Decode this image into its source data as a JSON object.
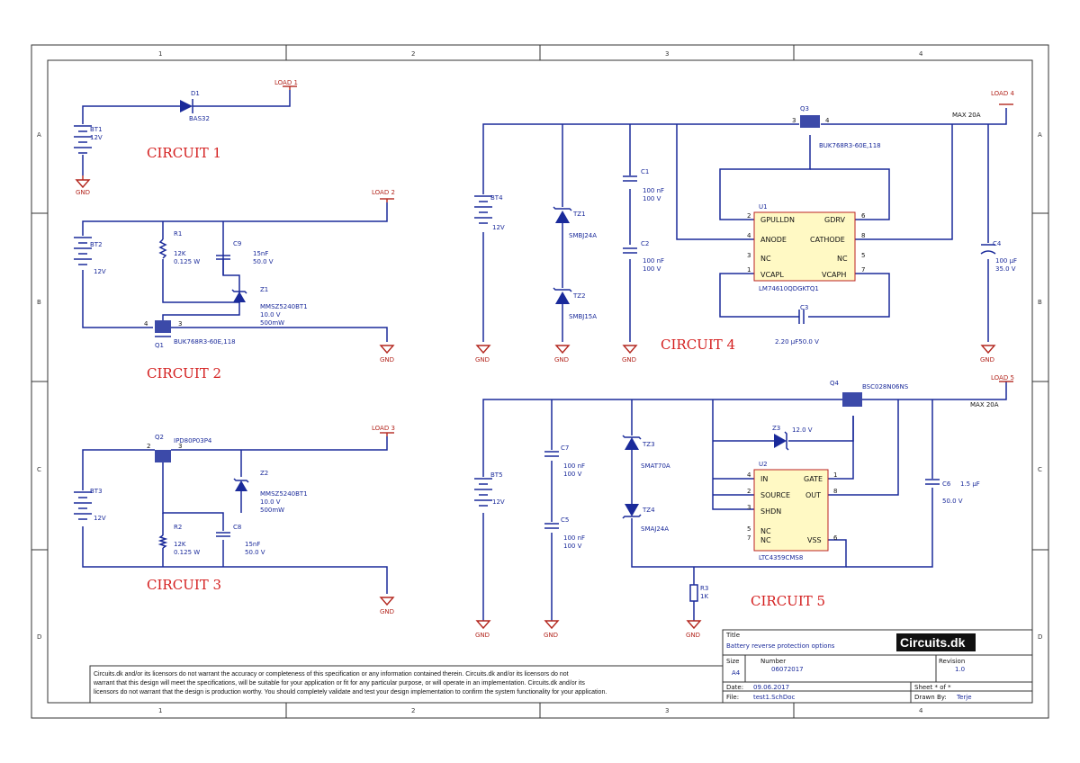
{
  "zones": {
    "cols": [
      "1",
      "2",
      "3",
      "4"
    ],
    "rows": [
      "A",
      "B",
      "C",
      "D"
    ]
  },
  "circuits": {
    "c1": "CIRCUIT 1",
    "c2": "CIRCUIT 2",
    "c3": "CIRCUIT 3",
    "c4": "CIRCUIT 4",
    "c5": "CIRCUIT 5"
  },
  "nets": {
    "load1": "LOAD 1",
    "load2": "LOAD 2",
    "load3": "LOAD 3",
    "load4": "LOAD 4",
    "load5": "LOAD 5",
    "gnd": "GND",
    "max4": "MAX 20A",
    "max5": "MAX 20A"
  },
  "parts": {
    "bt1": "BT1",
    "bt1v": "12V",
    "d1": "D1",
    "d1v": "BAS32",
    "bt2": "BT2",
    "bt2v": "12V",
    "r1": "R1",
    "r1v": "12K",
    "r1p": "0.125 W",
    "c9": "C9",
    "c9v": "15nF",
    "c9u": "50.0 V",
    "z1": "Z1",
    "z1v": "MMSZ5240BT1",
    "z1u": "10.0 V",
    "z1p": "500mW",
    "q1": "Q1",
    "q1v": "BUK768R3-60E,118",
    "q2": "Q2",
    "q2v": "IPD80P03P4",
    "bt3": "BT3",
    "bt3v": "12V",
    "z2": "Z2",
    "z2v": "MMSZ5240BT1",
    "z2u": "10.0 V",
    "z2p": "500mW",
    "r2": "R2",
    "r2v": "12K",
    "r2p": "0.125 W",
    "c8": "C8",
    "c8v": "15nF",
    "c8u": "50.0 V",
    "bt4": "BT4",
    "bt4v": "12V",
    "tz1": "TZ1",
    "tz1v": "SMBJ24A",
    "tz2": "TZ2",
    "tz2v": "SMBJ15A",
    "c1": "C1",
    "c1v": "100 nF",
    "c1u": "100 V",
    "c2": "C2",
    "c2v": "100 nF",
    "c2u": "100 V",
    "q3": "Q3",
    "q3v": "BUK768R3-60E,118",
    "u1": "U1",
    "u1v": "LM74610QDGKTQ1",
    "c3": "C3",
    "c3v": "2.20 µF50.0 V",
    "c4": "C4",
    "c4v": "100 µF",
    "c4u": "35.0 V",
    "bt5": "BT5",
    "bt5v": "12V",
    "c7": "C7",
    "c7v": "100 nF",
    "c7u": "100 V",
    "c5": "C5",
    "c5v": "100 nF",
    "c5u": "100 V",
    "tz3": "TZ3",
    "tz3v": "SMAT70A",
    "tz4": "TZ4",
    "tz4v": "SMAJ24A",
    "q4": "Q4",
    "q4v": "BSC028N06NS",
    "z3": "Z3",
    "z3v": "12.0 V",
    "u2": "U2",
    "u2v": "LTC4359CMS8",
    "c6": "C6",
    "c6v": "1.5 µF",
    "c6u": "50.0 V",
    "r3": "R3",
    "r3v": "1K"
  },
  "u1pins": {
    "gpulldn": "GPULLDN",
    "anode": "ANODE",
    "nc1": "NC",
    "vcapl": "VCAPL",
    "gdrv": "GDRV",
    "cathode": "CATHODE",
    "nc2": "NC",
    "vcaph": "VCAPH"
  },
  "u2pins": {
    "in": "IN",
    "source": "SOURCE",
    "shdn": "SHDN",
    "nc1": "NC",
    "nc2": "NC",
    "gate": "GATE",
    "out": "OUT",
    "vss": "VSS"
  },
  "title_block": {
    "title_label": "Title",
    "title": "Battery reverse protection options",
    "size_label": "Size",
    "size": "A4",
    "number_label": "Number",
    "number": "06072017",
    "revision_label": "Revision",
    "revision": "1.0",
    "date_label": "Date:",
    "date": "09.06.2017",
    "file_label": "File:",
    "file": "test1.SchDoc",
    "sheet_label": "Sheet * of *",
    "drawn_label": "Drawn By:",
    "drawn": "Terje",
    "logo": "Circuits.dk"
  },
  "disclaimer": {
    "line1": "Circuits.dk and/or its licensors do not warrant the accuracy or completeness of this specification or any information contained therein. Circuits.dk and/or its licensors do not",
    "line2": "warrant that this design will meet the specifications, will be suitable for your application or fit for any particular purpose, or will operate in an implementation. Circuits.dk and/or its",
    "line3": "licensors do not warrant that the design is production worthy. You should completely validate and test your design implementation to confirm the system functionality for your application."
  },
  "colors": {
    "wire": "#1a2a9a",
    "power": "#b3261e",
    "circuit_label": "#d42020"
  }
}
